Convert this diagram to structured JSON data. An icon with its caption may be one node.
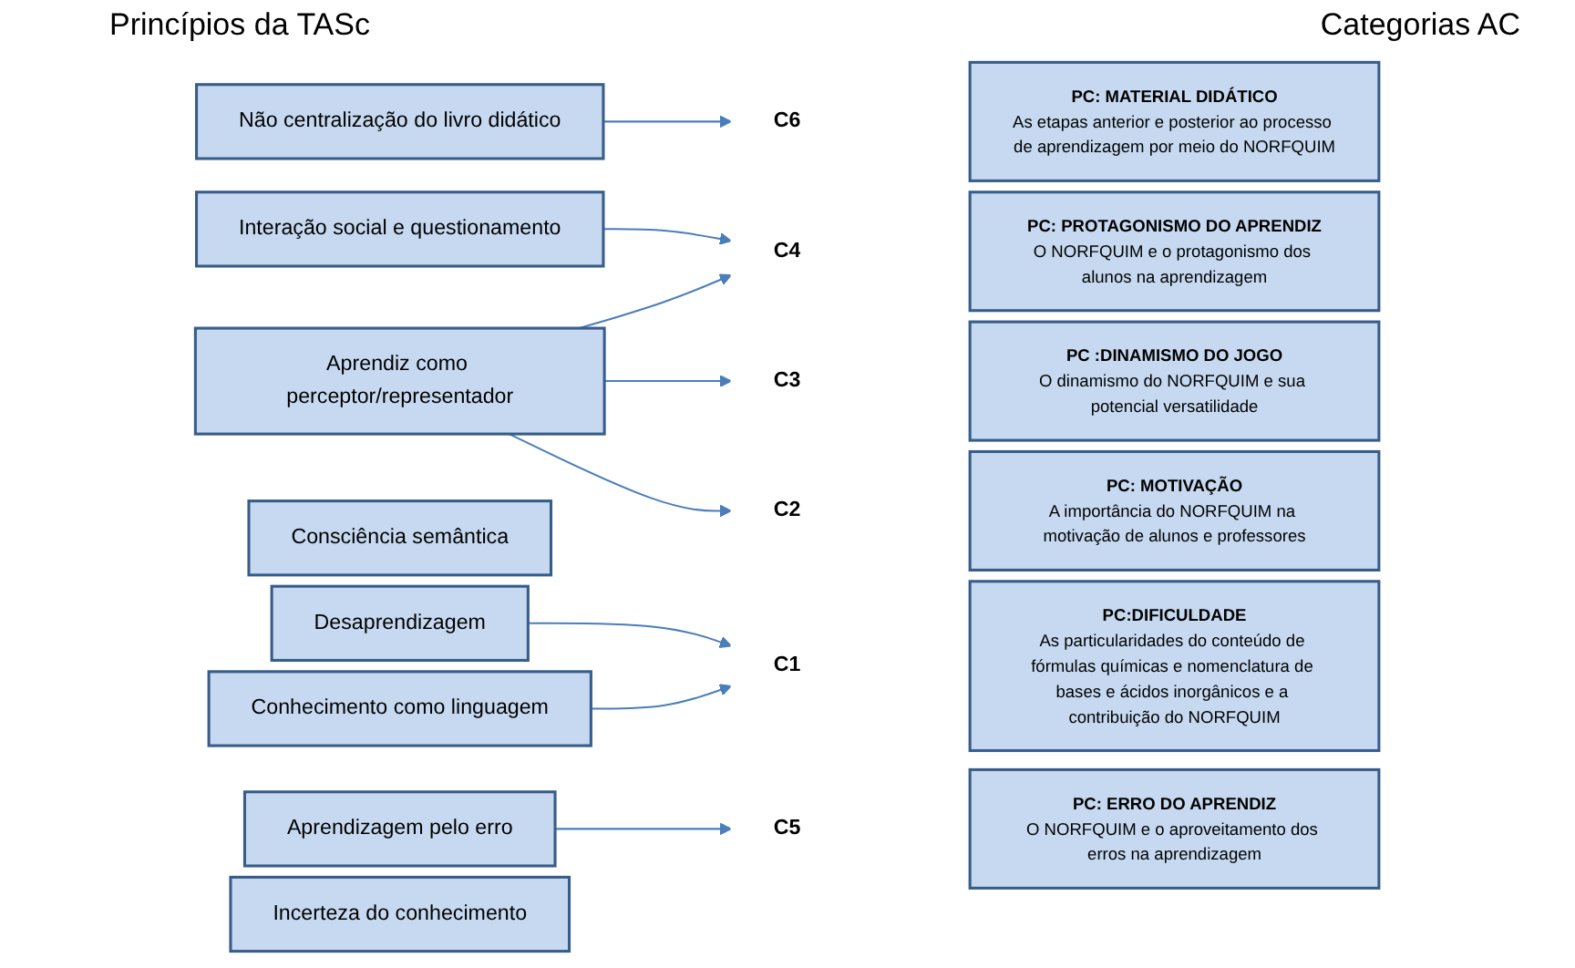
{
  "diagram": {
    "nodes": [
      {
        "text": [
          "Interação social e questionamento"
        ]
      },
      {
        "text": [
          "Não centralização do livro didático"
        ]
      },
      {
        "text": [
          "Conhecimento como linguagem"
        ]
      },
      {
        "text": [
          "Consciência semântica"
        ]
      },
      {
        "text": [
          "Aprendiz como perceptor/representador"
        ]
      },
      {
        "text": [
          "Aprendizagem pelo erro"
        ]
      },
      {
        "text": [
          "Desaprendizagem"
        ]
      },
      {
        "text": [
          "Incerteza do conhecimento"
        ]
      },
      {
        "text": [
          "C1"
        ]
      },
      {
        "text": [
          "C2"
        ]
      },
      {
        "text": [
          "C3"
        ]
      },
      {
        "text": [
          "C4"
        ]
      },
      {
        "text": [
          "C5"
        ]
      },
      {
        "text": [
          "C6"
        ]
      },
      {
        "text": [
          "PC:DIFICULDADE",
          "As particularidades do conteúdo de fórmulas químicas e nomenclatura de bases e ácidos inorgânicos e a contribuição do NORFQUIM"
        ]
      },
      {
        "text": [
          "PC: MOTIVAÇÃO",
          "A importância do NORFQUIM na motivação de alunos e professores"
        ]
      },
      {
        "text": [
          "PC :DINAMISMO DO JOGO",
          "O dinamismo do NORFQUIM e sua potencial versatilidade"
        ]
      },
      {
        "text": [
          "PC: PROTAGONISMO DO APRENDIZ",
          "O NORFQUIM e o protagonismo dos alunos na aprendizagem"
        ]
      },
      {
        "text": [
          "PC: ERRO DO APRENDIZ",
          "O NORFQUIM e o aproveitamento dos erros na aprendizagem"
        ]
      },
      {
        "text": [
          "PC: MATERIAL DIDÁTICO",
          "As etapas anterior e posterior ao processo de aprendizagem por meio do NORFQUIM"
        ]
      }
    ],
    "edges": [
      {
        "from": 0,
        "to": 11,
        "arrow": "to"
      },
      {
        "from": 1,
        "to": 13,
        "arrow": "to"
      },
      {
        "from": 2,
        "to": 8,
        "arrow": "to"
      },
      {
        "from": 4,
        "to": 9,
        "arrow": "to"
      },
      {
        "from": 4,
        "to": 10,
        "arrow": "to"
      },
      {
        "from": 4,
        "to": 11,
        "arrow": "to"
      },
      {
        "from": 5,
        "to": 12,
        "arrow": "to"
      },
      {
        "from": 6,
        "to": 8,
        "arrow": "to"
      }
    ],
    "labels": [
      "Categorias AC",
      "Princípios da TASc"
    ]
  }
}
